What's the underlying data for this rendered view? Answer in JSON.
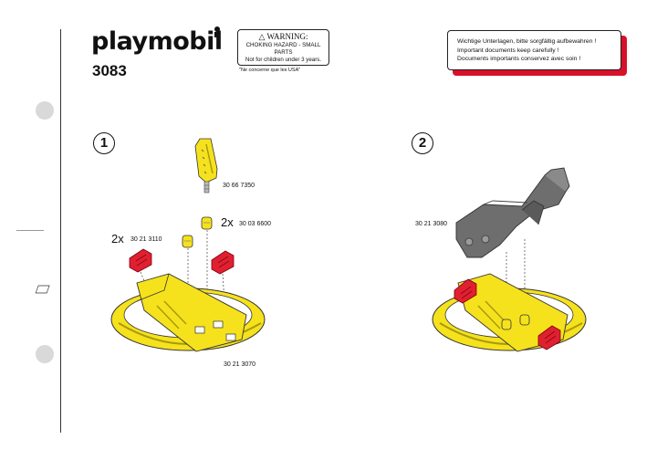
{
  "brand": {
    "logo_text": "playmobil",
    "model_number": "3083"
  },
  "warning": {
    "title": "WARNING:",
    "line1": "CHOKING HAZARD - SMALL PARTS",
    "line2": "Not for children under 3 years.",
    "usa_note": "\"Ne concerne que les USA\""
  },
  "notice": {
    "line_de": "Wichtige Unterlagen, bitte sorgfältig aufbewahren !",
    "line_en": "Important documents keep carefully !",
    "line_fr": "Documents importants conservez avec soin !"
  },
  "steps": [
    {
      "number": "1",
      "parts": [
        {
          "quantity": "",
          "code": "30 66 7350"
        },
        {
          "quantity": "2x",
          "code": "30 03 6600"
        },
        {
          "quantity": "2x",
          "code": "30 21 3110"
        },
        {
          "quantity": "",
          "code": "30 21 3070"
        }
      ]
    },
    {
      "number": "2",
      "parts": [
        {
          "quantity": "",
          "code": "30 21 3080"
        }
      ]
    }
  ],
  "colors": {
    "part_yellow": "#f5e21c",
    "part_red": "#e02030",
    "part_gray": "#6e6e6e",
    "accent_red": "#d8102a"
  },
  "icons": [
    "choking-hazard-warning",
    "screw-part",
    "peg-part",
    "red-clip-part",
    "round-base-part",
    "gray-arm-part"
  ]
}
